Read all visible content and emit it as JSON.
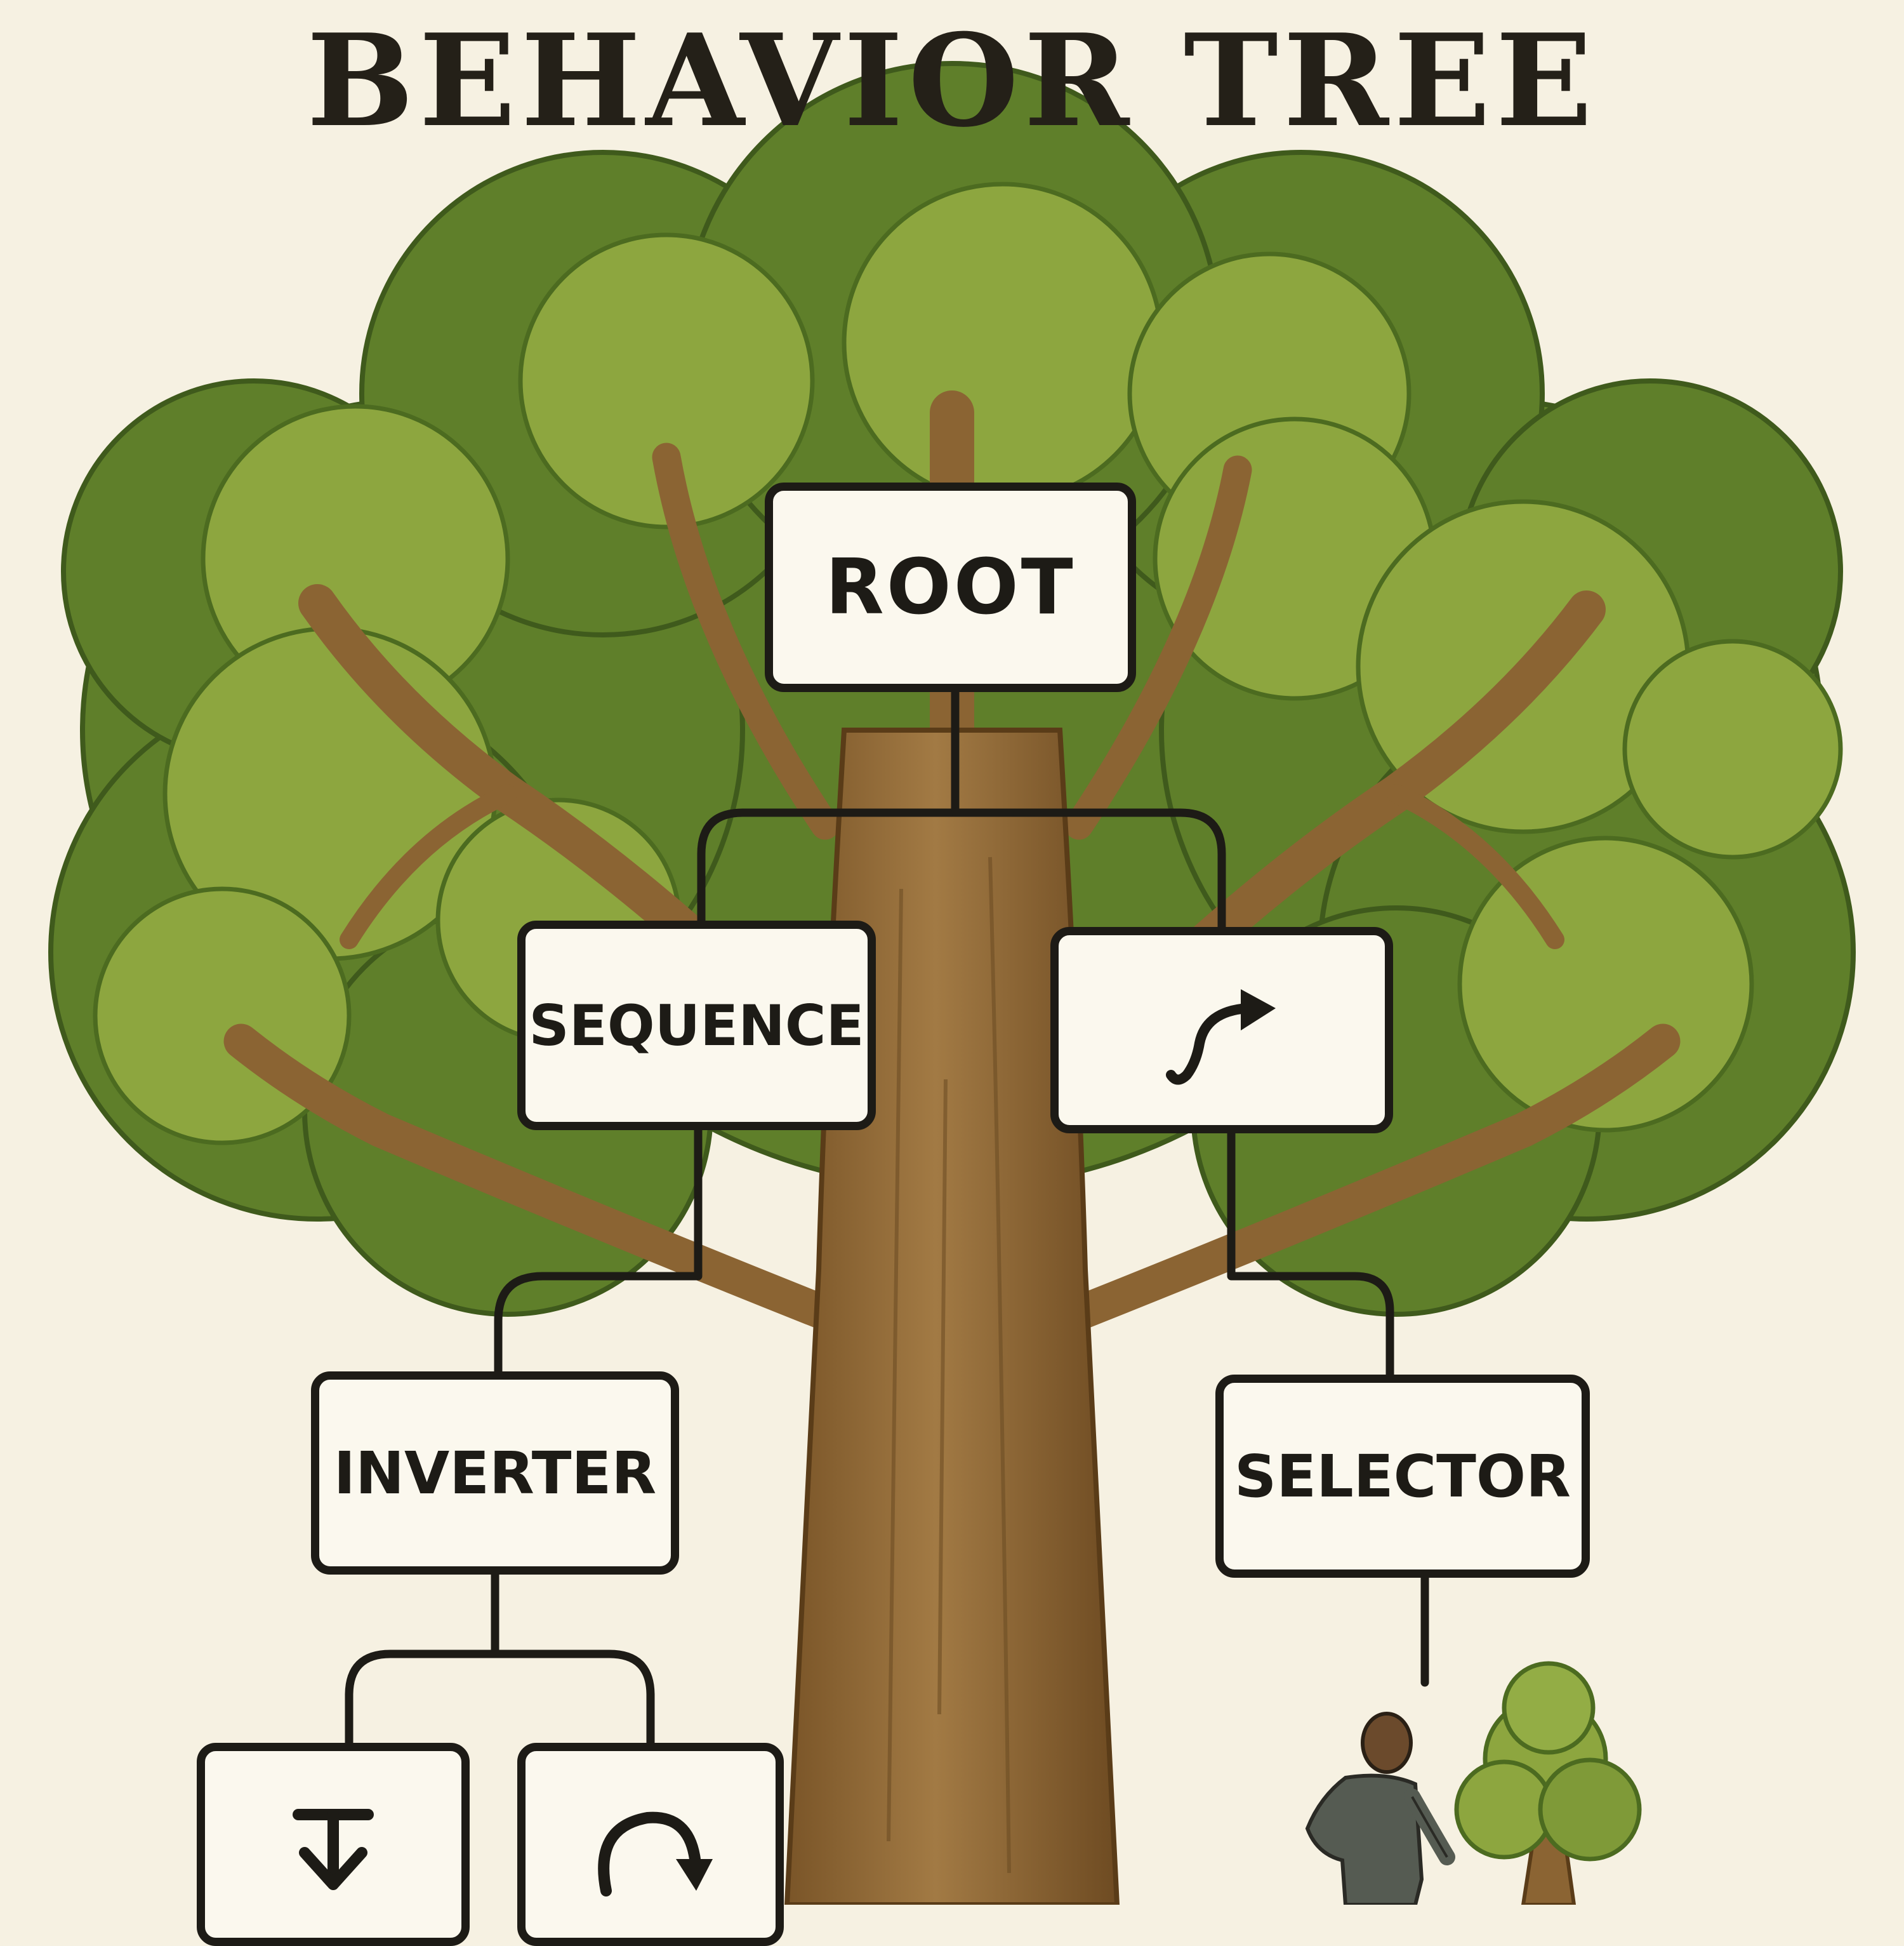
{
  "title": "BEHAVIOR TREE",
  "nodes": {
    "root": {
      "label": "ROOT"
    },
    "sequence": {
      "label": "SEQUENCE"
    },
    "action": {
      "label": "",
      "icon": "curved-arrow-right-icon"
    },
    "inverter": {
      "label": "INVERTER"
    },
    "selector": {
      "label": "SELECTOR"
    },
    "leaf_left": {
      "label": "",
      "icon": "down-arrow-bar-icon"
    },
    "leaf_right": {
      "label": "",
      "icon": "loop-arrow-icon"
    }
  },
  "colors": {
    "background": "#f6f1e2",
    "foliage": "#8da63f",
    "foliage_dark": "#5f7f2a",
    "trunk": "#8b6433",
    "outline": "#1d1b16",
    "node_fill": "#fbf8ee"
  }
}
